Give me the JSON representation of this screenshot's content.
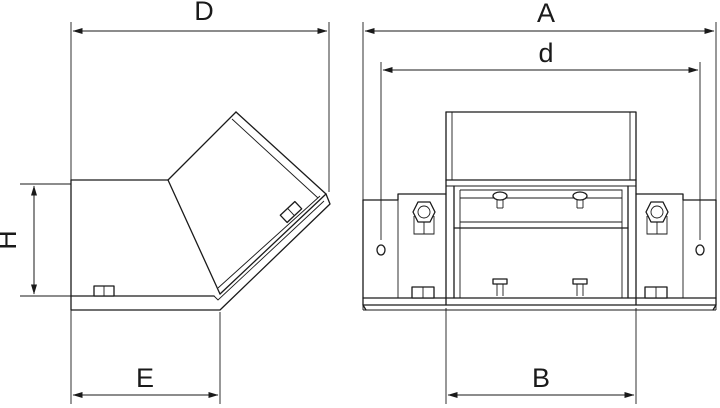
{
  "dimensions": {
    "D": "D",
    "H": "H",
    "E": "E",
    "A": "A",
    "d": "d",
    "B": "B"
  }
}
